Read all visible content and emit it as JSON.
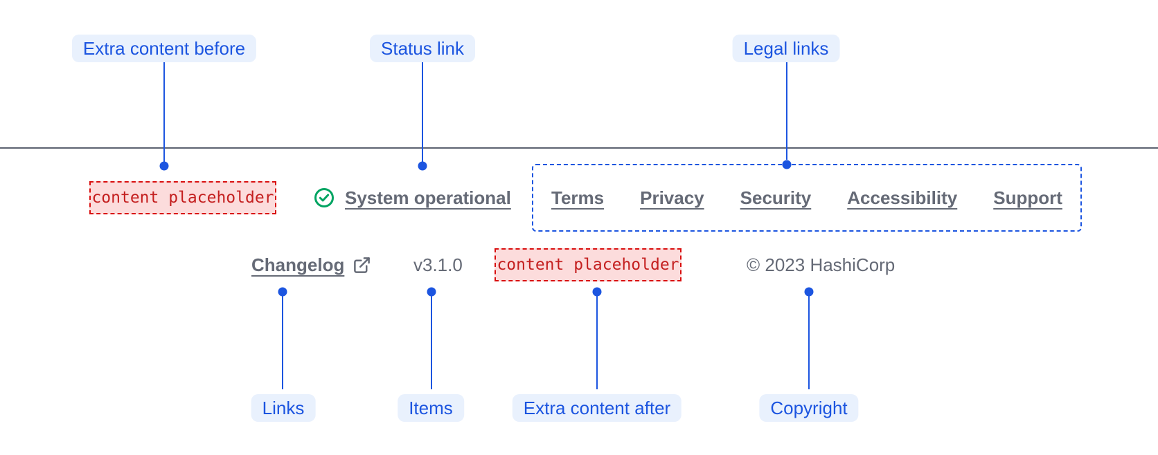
{
  "colors": {
    "accent": "#1c55e0",
    "pill-bg": "#e9f1fd",
    "muted": "#656a76",
    "rule": "#5c6270",
    "success": "#00a462",
    "ph-border": "#d90e0e",
    "ph-bg": "#fcdcdc",
    "ph-text": "#c41f1f"
  },
  "callouts": {
    "extra_before": "Extra content before",
    "status_link": "Status link",
    "legal_links": "Legal links",
    "links": "Links",
    "items": "Items",
    "extra_after": "Extra content after",
    "copyright": "Copyright"
  },
  "footer": {
    "placeholder_before": "content placeholder",
    "status": {
      "label": "System operational",
      "icon": "check-circle-icon"
    },
    "legal_links": [
      "Terms",
      "Privacy",
      "Security",
      "Accessibility",
      "Support"
    ],
    "changelog": {
      "label": "Changelog",
      "icon": "external-link-icon"
    },
    "version": "v3.1.0",
    "placeholder_after": "content placeholder",
    "copyright": "© 2023 HashiCorp"
  }
}
